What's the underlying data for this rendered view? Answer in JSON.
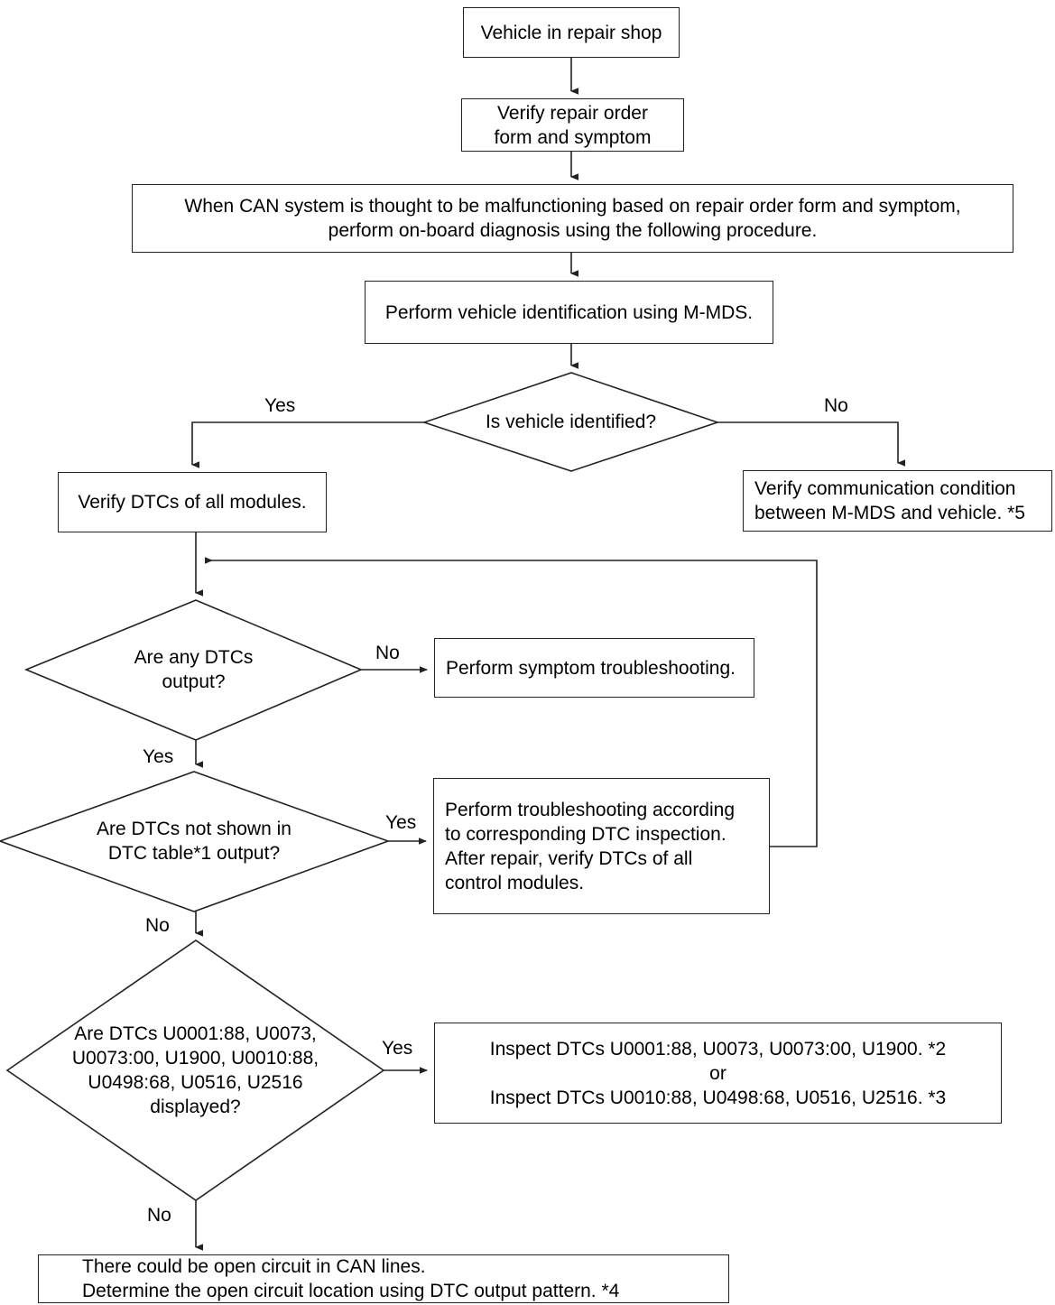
{
  "diagram": {
    "title": "CAN system on-board diagnosis flowchart",
    "line_color": "#222222",
    "background_color": "#ffffff",
    "text_color": "#000000"
  },
  "nodes": {
    "start": {
      "type": "process",
      "text": "Vehicle in repair shop"
    },
    "verify_order": {
      "type": "process",
      "line1": "Verify repair order",
      "line2": "form and symptom"
    },
    "can_note": {
      "type": "process",
      "line1": "When CAN system is thought to be malfunctioning based on repair order form and symptom,",
      "line2": "perform on-board diagnosis using the following procedure."
    },
    "vehicle_id": {
      "type": "process",
      "text": "Perform vehicle identification using M-MDS."
    },
    "is_vehicle_identified": {
      "type": "decision",
      "text": "Is vehicle identified?"
    },
    "verify_dtcs_all": {
      "type": "process",
      "text": "Verify DTCs of all modules."
    },
    "verify_comm": {
      "type": "process",
      "line1": "Verify communication condition",
      "line2": "between M-MDS and vehicle. *5"
    },
    "any_dtcs": {
      "type": "decision",
      "line1": "Are any DTCs",
      "line2": "output?"
    },
    "symptom_troubleshooting": {
      "type": "process",
      "text": "Perform symptom troubleshooting."
    },
    "dtcs_not_shown": {
      "type": "decision",
      "line1": "Are DTCs not shown in",
      "line2": "DTC table*1 output?"
    },
    "perform_troubleshooting": {
      "type": "process",
      "line1": "Perform troubleshooting according",
      "line2": "to corresponding DTC inspection.",
      "line3": "After repair, verify DTCs of all",
      "line4": "control modules."
    },
    "dtcs_displayed": {
      "type": "decision",
      "line1": "Are DTCs U0001:88, U0073,",
      "line2": "U0073:00, U1900, U0010:88,",
      "line3": "U0498:68, U0516, U2516",
      "line4": "displayed?"
    },
    "inspect_dtcs": {
      "type": "process",
      "line1": "Inspect DTCs U0001:88, U0073, U0073:00, U1900.  *2",
      "line2": "or",
      "line3": "Inspect DTCs U0010:88, U0498:68, U0516, U2516.  *3"
    },
    "open_circuit": {
      "type": "process",
      "line1": "There could be open circuit in CAN lines.",
      "line2": "Determine the open circuit location using DTC output pattern.   *4"
    }
  },
  "edge_labels": {
    "identified_yes": "Yes",
    "identified_no": "No",
    "any_dtcs_no": "No",
    "any_dtcs_yes": "Yes",
    "not_shown_yes": "Yes",
    "not_shown_no": "No",
    "displayed_yes": "Yes",
    "displayed_no": "No"
  },
  "footnote_markers": [
    "*1",
    "*2",
    "*3",
    "*4",
    "*5"
  ]
}
